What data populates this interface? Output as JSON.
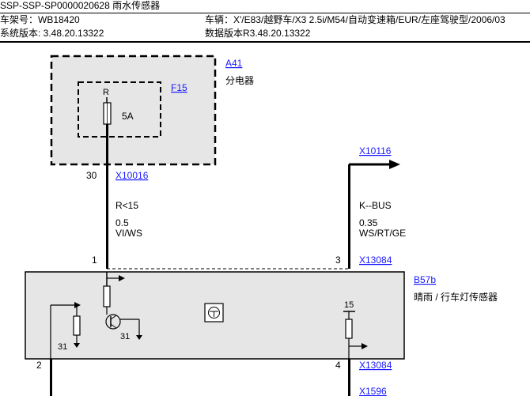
{
  "header": {
    "title": "SSP-SSP-SP0000020628 雨水传感器",
    "chassis": "车架号：WB18420",
    "vehicle": "车辆：X'/E83/越野车/X3 2.5i/M54/自动变速箱/EUR/左座驾驶型/2006/03",
    "system_version": "系统版本: 3.48.20.13322",
    "data_version": "数据版本R3.48.20.13322"
  },
  "diagram": {
    "a41": {
      "id": "A41",
      "name": "分电器"
    },
    "f15": {
      "id": "F15",
      "pin": "R",
      "rating": "5A"
    },
    "conn_x10016": {
      "pin": "30",
      "id": "X10016"
    },
    "wire_left": {
      "signal": "R<15",
      "size": "0.5",
      "color": "VI/WS"
    },
    "conn_x10116": {
      "id": "X10116"
    },
    "wire_right": {
      "signal": "K--BUS",
      "size": "0.35",
      "color": "WS/RT/GE"
    },
    "pin1": "1",
    "pin3": "3",
    "conn_x13084_top": "X13084",
    "b57b": {
      "id": "B57b",
      "name": "晴雨 / 行车灯传感器"
    },
    "ground_left": "31",
    "ground_mid": "31",
    "pin15": "15",
    "pin2": "2",
    "pin4": "4",
    "conn_x13084_bottom": "X13084",
    "conn_x1596": "X1596"
  }
}
